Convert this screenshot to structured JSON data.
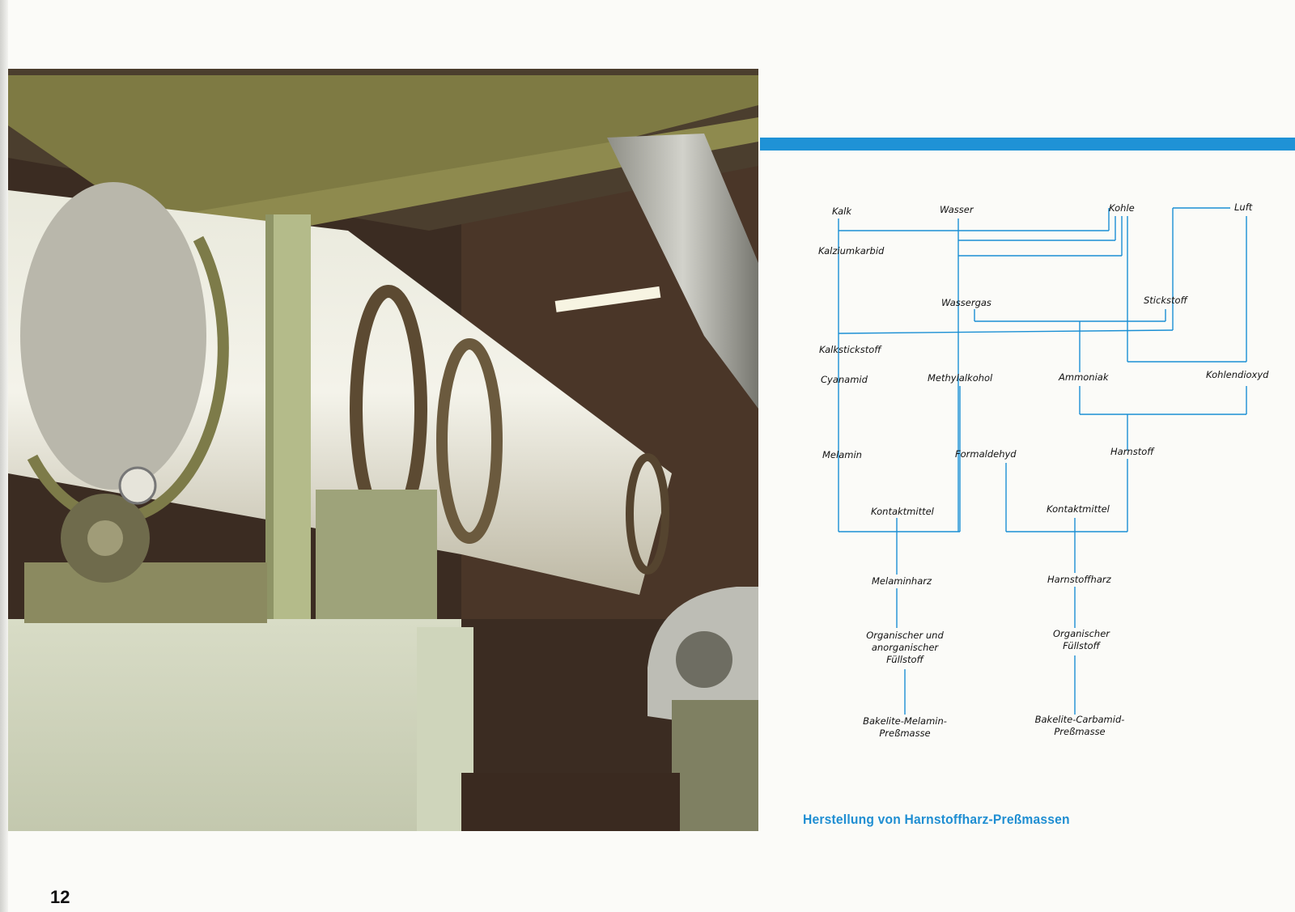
{
  "page": {
    "number": "12"
  },
  "photo": {
    "alt": ""
  },
  "caption": "Herstellung von Harnstoffharz-Preßmassen",
  "colors": {
    "accent": "#1f92d6",
    "line": "#1a8fd4",
    "text": "#111111"
  },
  "diagram": {
    "nodes": {
      "kalk": "Kalk",
      "wasser": "Wasser",
      "kohle": "Kohle",
      "luft": "Luft",
      "kalziumkarbid": "Kalziumkarbid",
      "wassergas": "Wassergas",
      "stickstoff": "Stickstoff",
      "kalkstickstoff": "Kalkstickstoff",
      "cyanamid": "Cyanamid",
      "methylalkohol": "Methylalkohol",
      "ammoniak": "Ammoniak",
      "kohlendioxyd": "Kohlendioxyd",
      "melamin": "Melamin",
      "formaldehyd": "Formaldehyd",
      "harnstoff": "Harnstoff",
      "kontaktmittel_left": "Kontaktmittel",
      "kontaktmittel_right": "Kontaktmittel",
      "melaminharz": "Melaminharz",
      "harnstoffharz": "Harnstoffharz",
      "fuellstoff_left_1": "Organischer und",
      "fuellstoff_left_2": "anorganischer",
      "fuellstoff_left_3": "Füllstoff",
      "fuellstoff_right_1": "Organischer",
      "fuellstoff_right_2": "Füllstoff",
      "product_left_1": "Bakelite-Melamin-",
      "product_left_2": "Preßmasse",
      "product_right_1": "Bakelite-Carbamid-",
      "product_right_2": "Preßmasse"
    }
  }
}
